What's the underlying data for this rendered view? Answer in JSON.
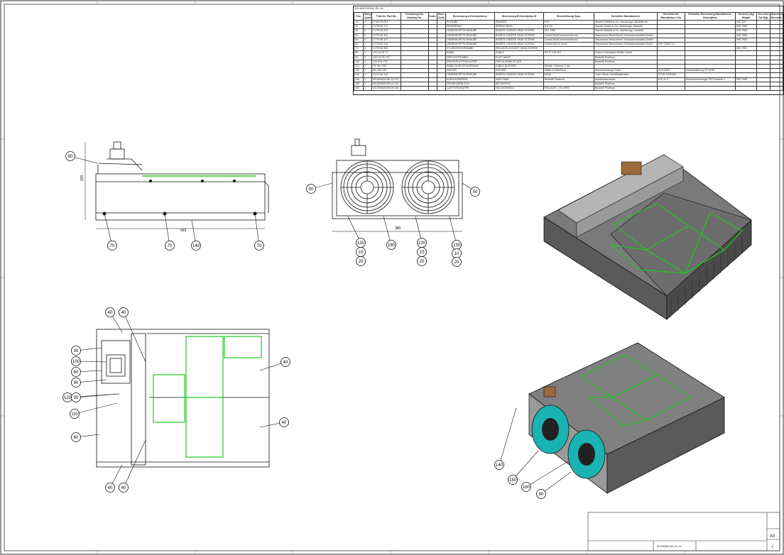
{
  "bom": {
    "title": "BV-500739-BH_R1.10",
    "headers": [
      "Pos.",
      "Menge Quantity",
      "Teile-Nr. Part No.",
      "Zeichnungs-Nr. Drawing No.",
      "Index",
      "Desc. Code",
      "Benennung-A Description-A",
      "Benennung-B Description-B",
      "Beschreibung Spec",
      "Hersteller Manufacturer",
      "Hersteller-Nr. Manufacturer No.",
      "Hersteller Benennung Manufacturer Description",
      "Gewicht [Kg] Weight",
      "Ges.Gew. Tot.Wgt.",
      "Bemerkung Remarks"
    ],
    "rows": [
      [
        "10",
        "2",
        "0 122 20 097",
        "",
        "",
        "",
        "SCHEIBE",
        "WASHER",
        "M 6",
        "Wuerth Elektrik & Co. Werkzeuge, Bauteile etc.",
        "",
        "",
        "DIN 125",
        "",
        ""
      ],
      [
        "20",
        "2",
        "0 279 60 171",
        "",
        "",
        "",
        "FEDERRING",
        "SPRING RING",
        "A 6 V2",
        "Wuerth GmbH & Co. Werkzeuge, Bauteile",
        "",
        "",
        "DIN 7980",
        "",
        ""
      ],
      [
        "30",
        "6",
        "0 279 60 209",
        "",
        "",
        "",
        "LINSENKOPFSCHRAUBE",
        "RAISED CHEESE HEAD SCREW",
        "ISO 7380",
        "Wuerth Elektrik & Co. Werkzeuge, Bauteile",
        "",
        "",
        "DIN 7985",
        "",
        ""
      ],
      [
        "40",
        "8",
        "0 279 60 321",
        "",
        "",
        "",
        "LINSENKOPFSCHRAUBE",
        "RAISED CHEESE HEAD SCREW",
        "Combi M4x8 Innensechsrund",
        "Stauerbaus Muenchener Schraubenhandels GmbH",
        "",
        "",
        "DIN 7985",
        "",
        ""
      ],
      [
        "50",
        "4",
        "0 279 60 327",
        "",
        "",
        "",
        "LINSENKOPFSCHRAUBE",
        "RAISED CHEESE HEAD SCREW",
        "Combi M4x8 Innensechsrund",
        "Stauerbaus Muenchener Schraubenhandels GmbH",
        "",
        "",
        "DIN 7985",
        "",
        ""
      ],
      [
        "60",
        "1",
        "0 279 60 114",
        "",
        "",
        "",
        "LINSENKOPFSCHRAUBE",
        "RAISED CHEESE HEAD SCREW",
        "Combi M3x10 Innen",
        "Stauerbaus Muenchener Schraubenhandels GmbH",
        "ISO 7380/2 A 2",
        "",
        "",
        "",
        ""
      ],
      [
        "70",
        "4",
        "0 279 60 350",
        "",
        "",
        "",
        "ZYLINDERSCHRAUBE",
        "HEXAGON SOCKET HEAD SCREW",
        "",
        "",
        "",
        "",
        "DIN 7991",
        "",
        ""
      ],
      [
        "80",
        "1",
        "120 13 09 71",
        "",
        "",
        "",
        "KABEL",
        "CABLE",
        "MT 8 7/16 ISO",
        "Keller & Kalmbach Wetter GmbH",
        "",
        "",
        "",
        "",
        ""
      ],
      [
        "90",
        "1",
        "120 15 00 173",
        "",
        "",
        "",
        "GEFLECHTKABEL",
        "FLAT CABLE",
        "",
        "Bestellt/ Pearlson",
        "",
        "",
        "",
        "",
        ""
      ],
      [
        "100",
        "1",
        "110 472 173",
        "",
        "",
        "",
        "DRUCKPLATTENLAUFER",
        "CIRCULATING PLATE",
        "",
        "Bestellt/ Pearlson",
        "",
        "",
        "",
        "",
        ""
      ],
      [
        "110",
        "2",
        "P1 Sec 200",
        "",
        "",
        "",
        "KABELDURCHFUEHRUNG",
        "CABLE BUSHING",
        "Dental - Klemme V 5A",
        "",
        "",
        "",
        "",
        "",
        ""
      ],
      [
        "120",
        "1",
        "M1 900 034",
        "",
        "",
        "",
        "HALTER",
        "HOLDER",
        "Halter M 5x5x3mm",
        "Motorsteuerung GmbH",
        "BLH12BK",
        "Zusatzhalterung PT 0038",
        "",
        "",
        ""
      ],
      [
        "130",
        "4",
        "0 279 60 110",
        "",
        "",
        "",
        "LINSENKOPFSCHRAUBE",
        "RAISED CHEESE HEAD SCREW",
        "M4x8",
        "Trafo-Steuer Schaltkastenbau",
        "ST4R-TAS0545",
        "",
        "",
        "",
        ""
      ],
      [
        "140",
        "1",
        "BV-500839-BH-11-170",
        "",
        "",
        "",
        "KUEHLKOERPER",
        "HEAT SINK",
        "Bestellt/ Pearlson",
        "Arbeitsmaschinen",
        "EIP 41-2",
        "Eisenschmelzungs/ TB Produkte 2",
        "DIN 7985",
        "",
        ""
      ],
      [
        "150",
        "1",
        "BV-500839-BH-01-110",
        "",
        "",
        "",
        "GEHAEUSEBLECH",
        "AIR BAFFLE",
        "",
        "Bestellt/ Pearlson",
        "",
        "",
        "",
        "",
        ""
      ],
      [
        "160",
        "1",
        "BV-500839-BH-99-001",
        "",
        "",
        "",
        "LUEFTERGRUPPE",
        "FAN ASSEMBLY",
        "FAN-ASSY_V0.4 BHI",
        "Bestellt/ Pearlson",
        "",
        "",
        "",
        "",
        ""
      ]
    ]
  },
  "view_front": {
    "callouts": [
      "80",
      "70",
      "70",
      "140",
      "70"
    ],
    "dims": [
      "220",
      "563"
    ]
  },
  "view_side": {
    "callouts": [
      "50",
      "50",
      "130",
      "10",
      "20",
      "160",
      "130",
      "10",
      "20",
      "130",
      "10",
      "20"
    ],
    "dims": [
      "380"
    ]
  },
  "view_top": {
    "callouts": [
      "40",
      "40",
      "30",
      "100",
      "60",
      "90",
      "120",
      "30",
      "110",
      "60",
      "40",
      "40",
      "40",
      "40"
    ]
  },
  "view_iso_bottom": {
    "callouts": [
      "140",
      "150",
      "160",
      "80"
    ]
  },
  "title_block": {
    "drawing_no": "BV-500839-BH_R1.10",
    "scale": "A0",
    "sheet": "1"
  },
  "colors": {
    "line": "#111111",
    "green": "#1ec81e",
    "plate": "#8a8a8a",
    "side": "#5e5e5e",
    "cyan": "#1ab3b3"
  }
}
